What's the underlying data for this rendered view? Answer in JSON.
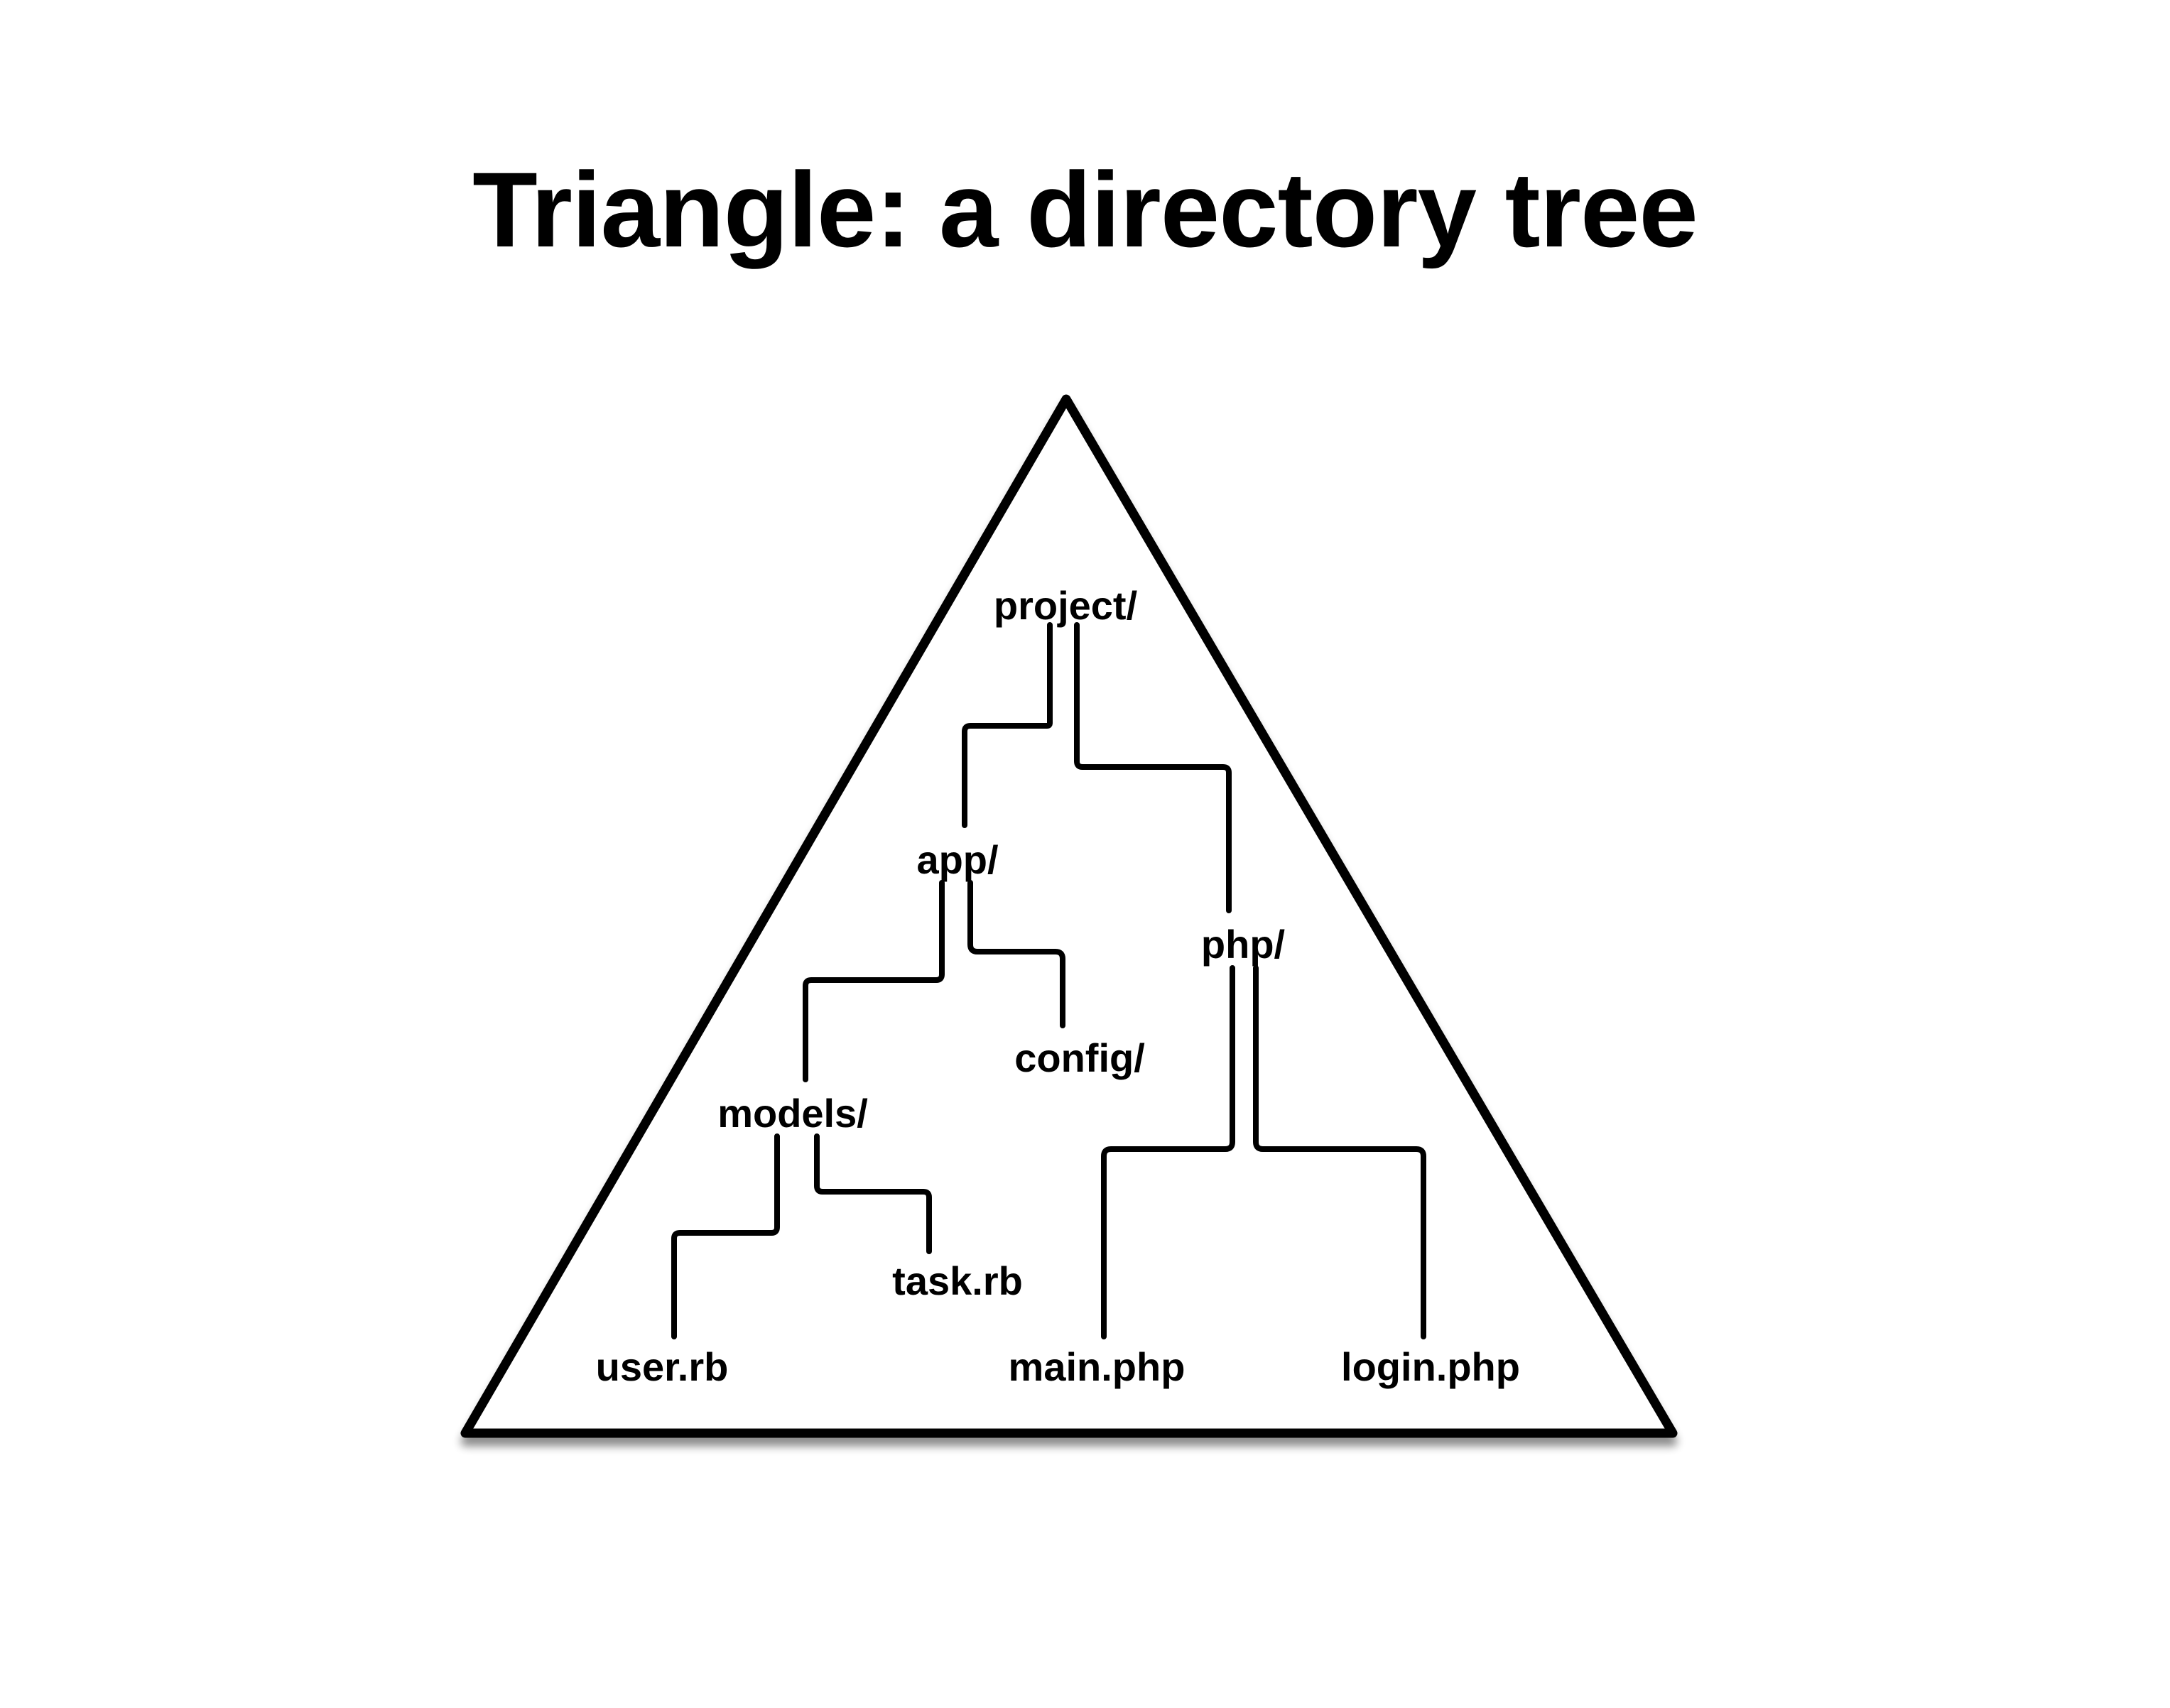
{
  "title": "Triangle: a directory tree",
  "colors": {
    "background": "#ffffff",
    "ink": "#000000"
  },
  "tree": {
    "root": "project/",
    "nodes": {
      "project": "project/",
      "app": "app/",
      "php": "php/",
      "models": "models/",
      "config": "config/",
      "user_rb": "user.rb",
      "task_rb": "task.rb",
      "main_php": "main.php",
      "login_php": "login.php"
    },
    "edges": [
      [
        "project/",
        "app/"
      ],
      [
        "project/",
        "php/"
      ],
      [
        "app/",
        "models/"
      ],
      [
        "app/",
        "config/"
      ],
      [
        "models/",
        "user.rb"
      ],
      [
        "models/",
        "task.rb"
      ],
      [
        "php/",
        "main.php"
      ],
      [
        "php/",
        "login.php"
      ]
    ]
  }
}
